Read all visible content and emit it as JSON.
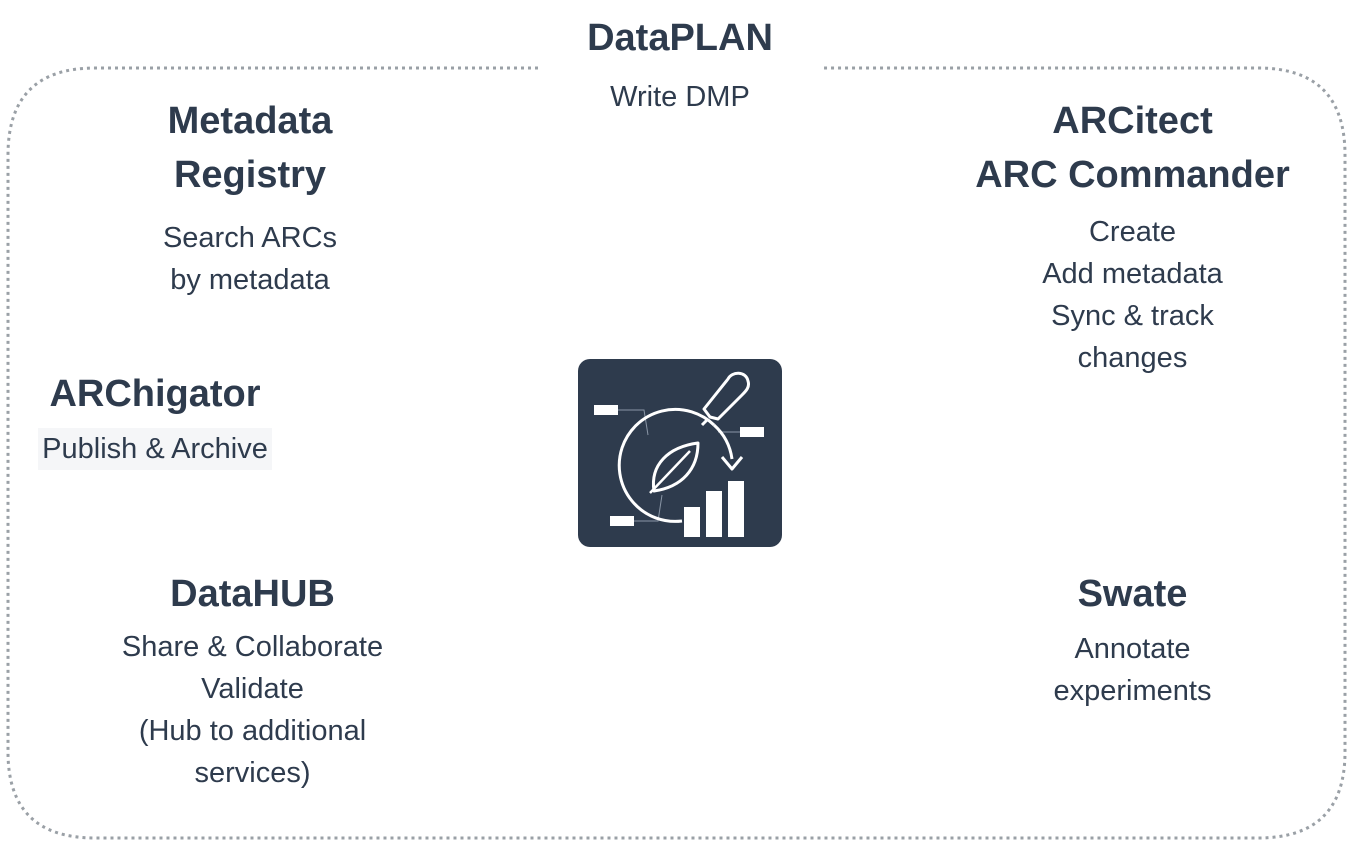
{
  "hub": {
    "icon": "arc-plant-cycle-icon",
    "color": "#2e3b4d"
  },
  "nodes": {
    "dataplan": {
      "title": "DataPLAN",
      "desc": [
        "Write DMP"
      ]
    },
    "metadata_registry": {
      "title": [
        "Metadata",
        "Registry"
      ],
      "desc": [
        "Search ARCs",
        "by metadata"
      ]
    },
    "architect": {
      "title": [
        "ARCitect",
        "ARC Commander"
      ],
      "desc": [
        "Create",
        "Add metadata",
        "Sync & track",
        "changes"
      ]
    },
    "archigator": {
      "title": "ARChigator",
      "desc": [
        "Publish & Archive"
      ]
    },
    "datahub": {
      "title": "DataHUB",
      "desc": [
        "Share & Collaborate",
        "Validate",
        "(Hub to additional",
        "services)"
      ]
    },
    "swate": {
      "title": "Swate",
      "desc": [
        "Annotate",
        "experiments"
      ]
    }
  },
  "frame": {
    "style": "dotted",
    "color": "#9aa0a6"
  }
}
